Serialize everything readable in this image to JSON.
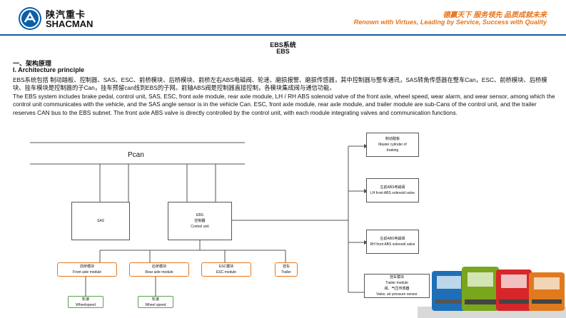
{
  "header": {
    "brand_cn": "陕汽重卡",
    "brand_en": "SHACMAN",
    "slogan_cn": "德赢天下  服务领先  品质成就未来",
    "slogan_en": "Renown with Virtues, Leading by Service, Success with Quality"
  },
  "title": {
    "line1": "EBS系统",
    "line2": "EBS"
  },
  "section": {
    "heading_cn": "一、架构原理",
    "heading_en": "I. Architecture principle",
    "para_cn": "EBS系统包括 制动踏板、控制器、SAS、ESC、前桥模块、后桥模块、前桥左右ABS电磁阀、轮速、磨损报警、磨损传感器，其中控制器与整车通讯，SAS转角传感器在整车Can，ESC、前桥模块、后桥模块、挂车模块是控制器的子Can，挂车预留can线到EBS的子网。前轴ABS阀是控制器直接控制，各模块集成阀与通信功能。",
    "para_en": "The EBS system includes brake pedal, control unit, SAS, ESC, front axle module, rear axle module, LH / RH ABS solenoid valve of the front axle, wheel speed, wear alarm, and wear sensor, among which the control unit communicates with the vehicle, and the SAS angle sensor is in the vehicle Can. ESC, front axle module, rear axle module, and trailer module are sub-Cans of the control unit, and the trailer reserves CAN bus to the EBS subnet. The front axle ABS valve is directly controlled by the control unit, with each module integrating valves and communication functions."
  },
  "diagram": {
    "pcan": "Pcan",
    "sas": "SAS",
    "ebs_unit": {
      "line1": "EBS",
      "line2": "控制器",
      "line3": "Control unit"
    },
    "modules": [
      {
        "cn": "前桥模块",
        "en": "Front axle module"
      },
      {
        "cn": "后桥模块",
        "en": "Rear axle module"
      },
      {
        "cn": "ESC模块",
        "en": "ESC module"
      },
      {
        "cn": "挂车",
        "en": "Trailer"
      }
    ],
    "wheelspeeds": [
      {
        "cn": "轮速",
        "en": "Wheelspeed"
      },
      {
        "cn": "轮速",
        "en": "Wheel speed"
      }
    ],
    "right_boxes": [
      {
        "cn": "制动踏板",
        "en1": "Master cylinder of",
        "en2": "braking"
      },
      {
        "cn": "左前ABS电磁阀",
        "en1": "LH front ABS solenoid valve",
        "en2": ""
      },
      {
        "cn": "右前ABS电磁阀",
        "en1": "RH front ABS solenoid valve",
        "en2": ""
      },
      {
        "cn": "挂车模块",
        "en1": "Trailer module",
        "en2": "阀、气压传感器",
        "en3": "Valve, air pressure sensor"
      }
    ]
  },
  "colors": {
    "accent": "#e8751a",
    "brand": "#1a5aa0",
    "green": "#5aa050"
  }
}
